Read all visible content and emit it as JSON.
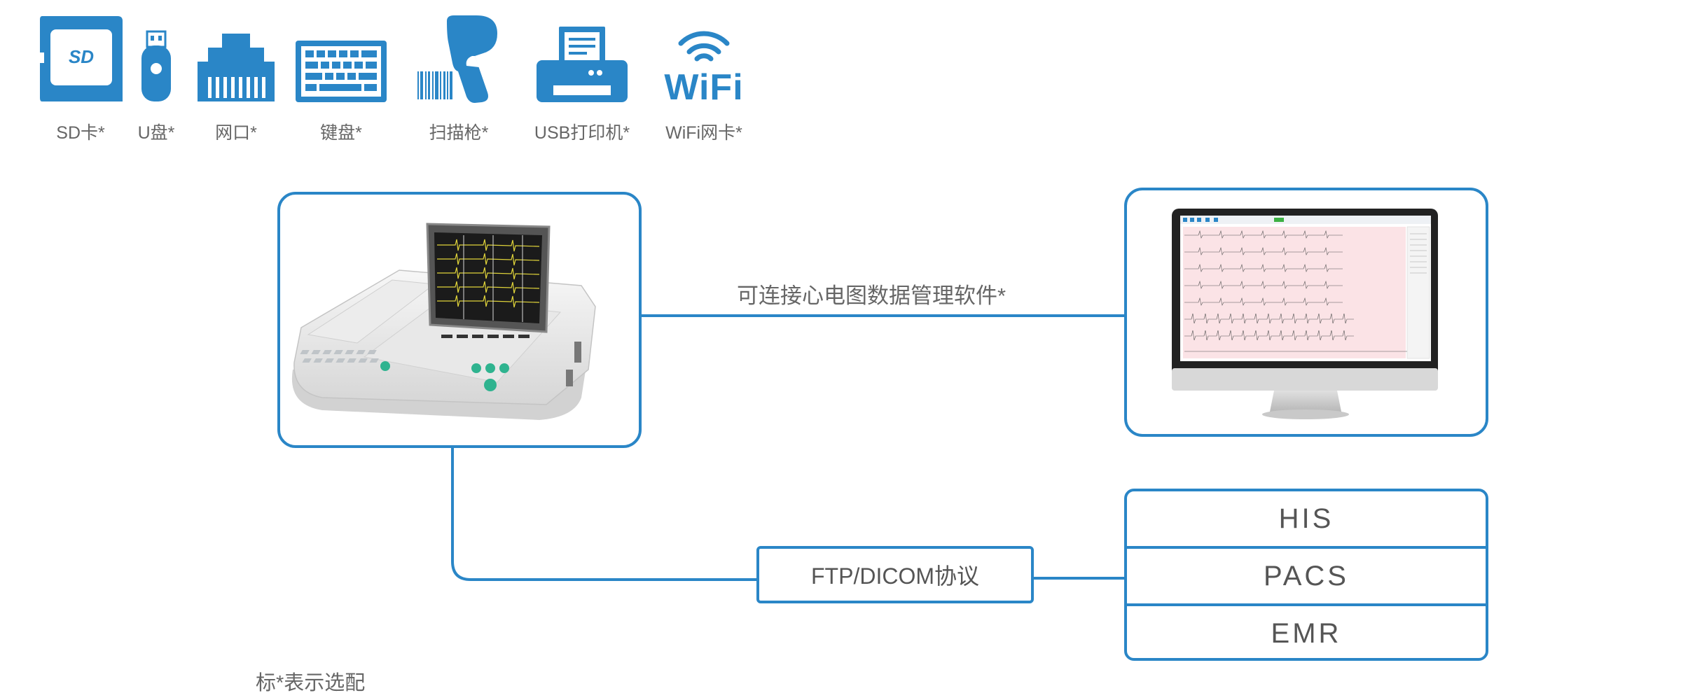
{
  "peripherals": [
    {
      "icon": "sd-card-icon",
      "label": "SD卡*",
      "logo_text": "SD"
    },
    {
      "icon": "usb-drive-icon",
      "label": "U盘*"
    },
    {
      "icon": "ethernet-port-icon",
      "label": "网口*"
    },
    {
      "icon": "keyboard-icon",
      "label": "键盘*"
    },
    {
      "icon": "barcode-scanner-icon",
      "label": "扫描枪*"
    },
    {
      "icon": "usb-printer-icon",
      "label": "USB打印机*"
    },
    {
      "icon": "wifi-icon",
      "label": "WiFi网卡*",
      "logo_text": "WiFi"
    }
  ],
  "software_link_label": "可连接心电图数据管理软件*",
  "protocol_label": "FTP/DICOM协议",
  "systems": [
    "HIS",
    "PACS",
    "EMR"
  ],
  "footnote": "标*表示选配",
  "colors": {
    "accent": "#2a86c7",
    "text": "#666666"
  }
}
